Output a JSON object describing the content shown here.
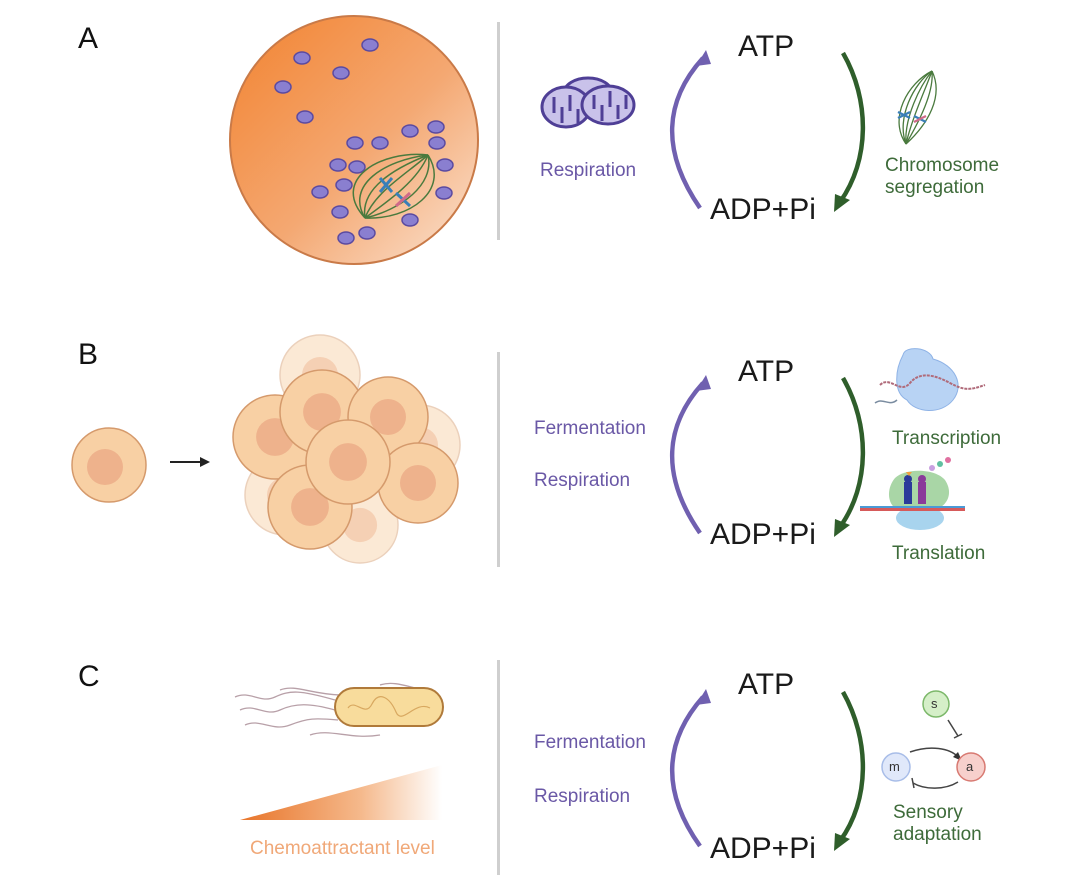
{
  "panels": [
    {
      "letter": "A",
      "top": "ATP",
      "bottom": "ADP+Pi",
      "producers": [
        "Respiration"
      ],
      "consumers": [
        "Chromosome",
        "segregation"
      ],
      "left_illustration": "mitotic-cell-with-mitochondria",
      "producer_icon": "mitochondria-icon",
      "consumer_icon": "mitotic-spindle-icon"
    },
    {
      "letter": "B",
      "top": "ATP",
      "bottom": "ADP+Pi",
      "producers": [
        "Fermentation",
        "Respiration"
      ],
      "consumers": [
        "Transcription",
        "Translation"
      ],
      "left_illustration": "cell-proliferation",
      "consumer_icons": [
        "rna-polymerase-icon",
        "ribosome-icon"
      ]
    },
    {
      "letter": "C",
      "top": "ATP",
      "bottom": "ADP+Pi",
      "producers": [
        "Fermentation",
        "Respiration"
      ],
      "consumers": [
        "Sensory",
        "adaptation"
      ],
      "left_illustration": "bacterium-chemotaxis",
      "gradient_label": "Chemoattractant level",
      "network_nodes": [
        "s",
        "m",
        "a"
      ]
    }
  ],
  "colors": {
    "producer": "#6a58a6",
    "consumer": "#2f5e2b",
    "cell": "#f08a3c",
    "gradient": "#e8752a",
    "gradient_label": "#f0a878"
  }
}
